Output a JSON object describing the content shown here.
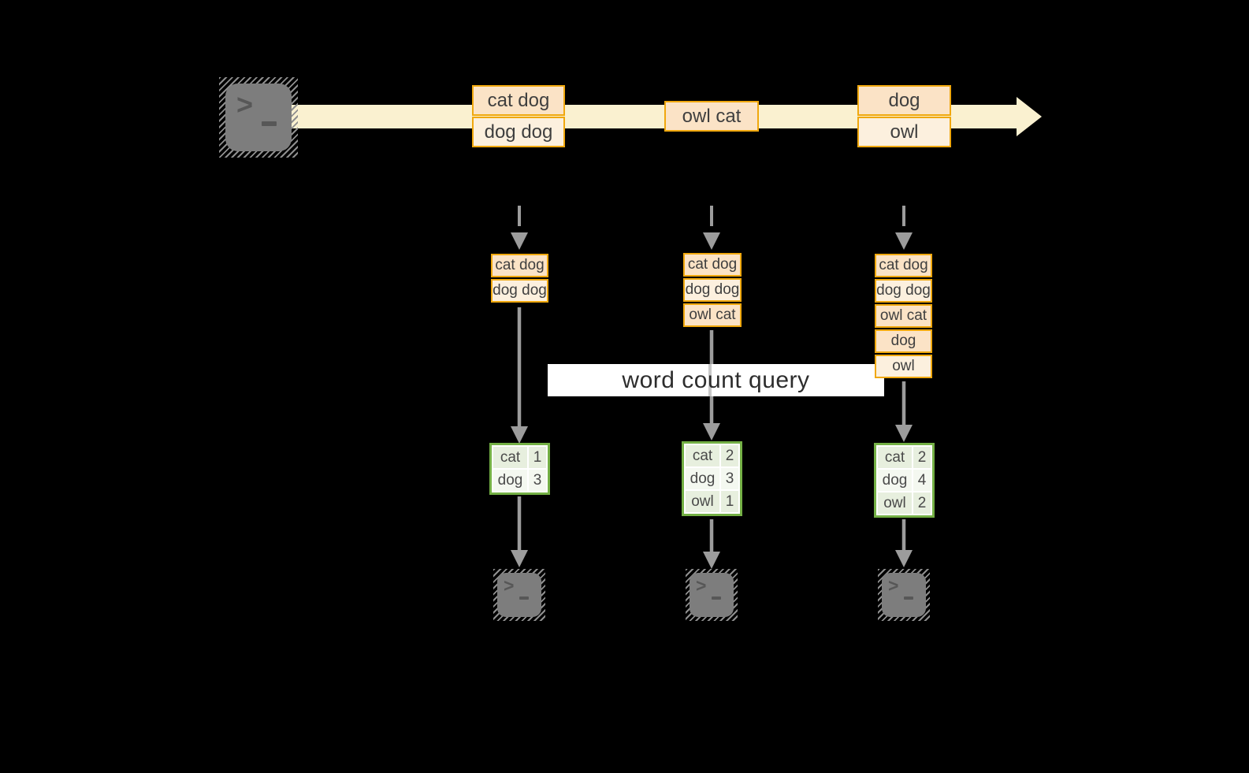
{
  "query": {
    "label": "word count query"
  },
  "stream": {
    "source_icon": "terminal",
    "batches": [
      {
        "cells": [
          {
            "text": "cat dog",
            "tone": "peach"
          },
          {
            "text": "dog dog",
            "tone": "cream"
          }
        ]
      },
      {
        "cells": [
          {
            "text": "owl cat",
            "tone": "peach"
          }
        ]
      },
      {
        "cells": [
          {
            "text": "dog",
            "tone": "peach"
          },
          {
            "text": "owl",
            "tone": "cream"
          }
        ]
      }
    ]
  },
  "columns": [
    {
      "accumulated": [
        {
          "text": "cat dog",
          "tone": "peach"
        },
        {
          "text": "dog dog",
          "tone": "cream"
        }
      ],
      "counts": [
        {
          "word": "cat",
          "count": "1"
        },
        {
          "word": "dog",
          "count": "3"
        }
      ],
      "sink_icon": "terminal"
    },
    {
      "accumulated": [
        {
          "text": "cat dog",
          "tone": "peach"
        },
        {
          "text": "dog dog",
          "tone": "cream"
        },
        {
          "text": "owl cat",
          "tone": "peach"
        }
      ],
      "counts": [
        {
          "word": "cat",
          "count": "2"
        },
        {
          "word": "dog",
          "count": "3"
        },
        {
          "word": "owl",
          "count": "1"
        }
      ],
      "sink_icon": "terminal"
    },
    {
      "accumulated": [
        {
          "text": "cat dog",
          "tone": "peach"
        },
        {
          "text": "dog dog",
          "tone": "cream"
        },
        {
          "text": "owl cat",
          "tone": "peach"
        },
        {
          "text": "dog",
          "tone": "peach"
        },
        {
          "text": "owl",
          "tone": "cream"
        }
      ],
      "counts": [
        {
          "word": "cat",
          "count": "2"
        },
        {
          "word": "dog",
          "count": "4"
        },
        {
          "word": "owl",
          "count": "2"
        }
      ],
      "sink_icon": "terminal"
    }
  ],
  "colors": {
    "gold": "#F0A80E",
    "peach": "#FBE3C6",
    "cream": "#FCF0DE",
    "band": "#FAF1D0",
    "green": "#74B045",
    "greenfill": "#E7EFDE",
    "greenfillalt": "#F4F8F0",
    "arrow": "#9C9C9C",
    "terminal": "#7D7D7D",
    "querybg": "#FFFFFF",
    "ink": "#3F3F3F"
  }
}
